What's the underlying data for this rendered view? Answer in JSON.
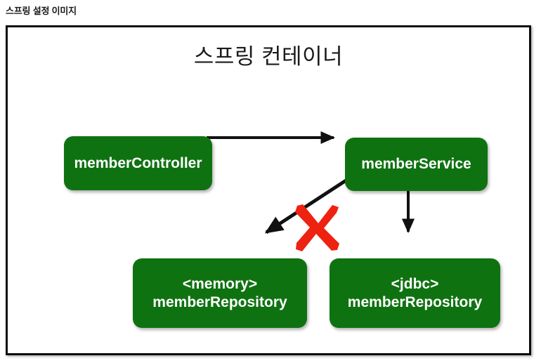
{
  "page": {
    "title": "스프링 설정 이미지"
  },
  "diagram": {
    "heading": "스프링 컨테이너",
    "type": "spring-bean-dependency-diagram",
    "colors": {
      "bean_fill": "#0f7211",
      "bean_text": "#ffffff",
      "frame_border": "#0d0d0d",
      "arrow": "#111111",
      "cross_mark": "#ee2211",
      "background": "#ffffff"
    },
    "beans": [
      {
        "id": "memberController",
        "lines": [
          "memberController"
        ]
      },
      {
        "id": "memberService",
        "lines": [
          "memberService"
        ]
      },
      {
        "id": "memoryMemberRepository",
        "lines": [
          "<memory>",
          "memberRepository"
        ]
      },
      {
        "id": "jdbcMemberRepository",
        "lines": [
          "<jdbc>",
          "memberRepository"
        ]
      }
    ],
    "edges": [
      {
        "id": "controller-to-service",
        "from": "memberController",
        "to": "memberService",
        "style": "solid-arrow",
        "crossed_out": false
      },
      {
        "id": "service-to-memory",
        "from": "memberService",
        "to": "memoryMemberRepository",
        "style": "solid-arrow",
        "crossed_out": true
      },
      {
        "id": "service-to-jdbc",
        "from": "memberService",
        "to": "jdbcMemberRepository",
        "style": "solid-arrow",
        "crossed_out": false
      }
    ],
    "annotations": [
      {
        "id": "disabled-dependency-cross",
        "name": "red-x-mark",
        "on_edge": "service-to-memory"
      }
    ]
  }
}
